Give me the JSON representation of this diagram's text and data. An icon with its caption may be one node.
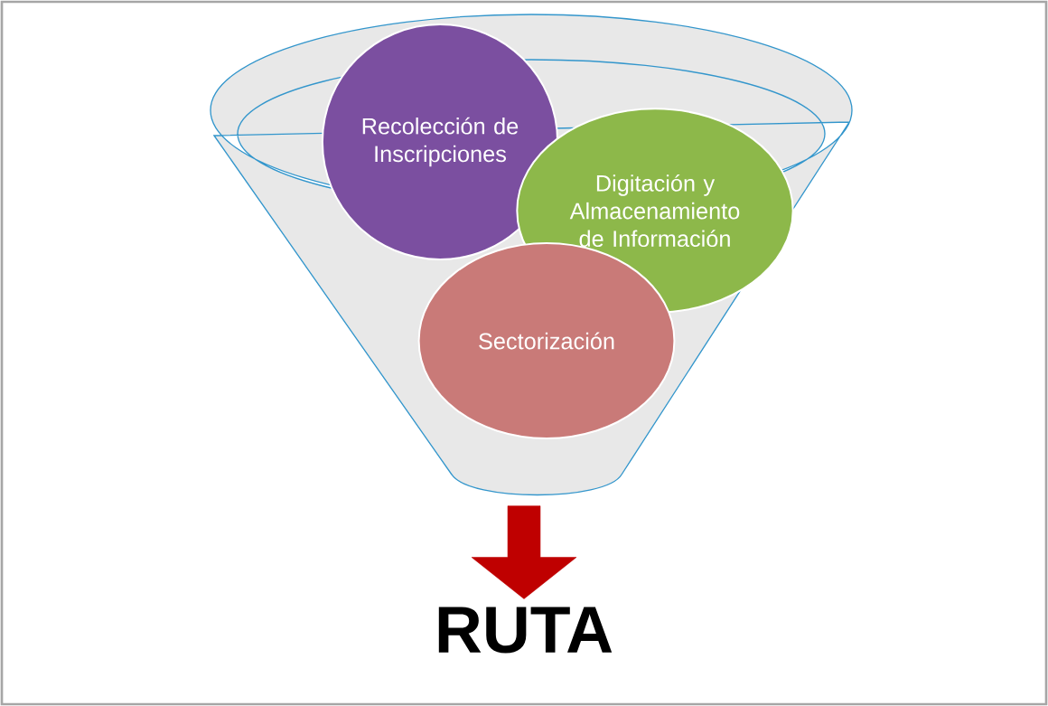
{
  "diagram": {
    "nodes": [
      {
        "text": [],
        "shape": "funnel"
      },
      {
        "text": [
          "Recolección de Inscripciones"
        ],
        "in": 0
      },
      {
        "text": [
          "Digitación y Almacenamiento de Información"
        ],
        "in": 0
      },
      {
        "text": [
          "Sectorización"
        ],
        "in": 0
      },
      {
        "text": [
          "RUTA"
        ]
      }
    ],
    "edges": [
      {
        "from": 0,
        "to": 4,
        "arrow": "to"
      }
    ]
  }
}
